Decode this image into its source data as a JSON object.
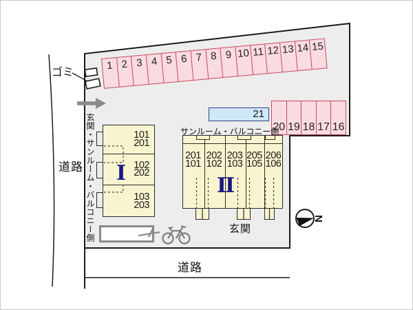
{
  "labels": {
    "garbage": "ゴミ",
    "road_left": "道路",
    "road_bottom": "道路",
    "entrance_bottom": "玄関",
    "sunroom_balcony_side_top": "サンルーム・バルコニー側",
    "entrance_sunroom_balcony_side_vertical": "玄関・サンルーム・バルコニー側",
    "north": "N"
  },
  "parking": {
    "top_row": [
      "1",
      "2",
      "3",
      "4",
      "5",
      "6",
      "7",
      "8",
      "9",
      "10",
      "11",
      "12",
      "13",
      "14",
      "15"
    ],
    "right_row": [
      "20",
      "19",
      "18",
      "17",
      "16"
    ],
    "space21": "21"
  },
  "buildings": {
    "one": {
      "numeral": "I",
      "units": [
        {
          "l1": "101",
          "l2": "201"
        },
        {
          "l1": "102",
          "l2": "202"
        },
        {
          "l1": "103",
          "l2": "203"
        }
      ]
    },
    "two": {
      "numeral": "II",
      "units": [
        {
          "l1": "201",
          "l2": "101"
        },
        {
          "l1": "202",
          "l2": "102"
        },
        {
          "l1": "203",
          "l2": "103"
        },
        {
          "l1": "205",
          "l2": "105"
        },
        {
          "l1": "206",
          "l2": "106"
        }
      ]
    }
  },
  "colors": {
    "site_fill": "#ededed",
    "parking_fill": "#fadbe2",
    "parking_border": "#c34a5e",
    "space21_fill": "#cfe8f8",
    "space21_border": "#2c3c8c",
    "building_fill": "#f8f4cf",
    "numeral_navy": "#191983",
    "icon_gray": "#8a8a8a"
  }
}
